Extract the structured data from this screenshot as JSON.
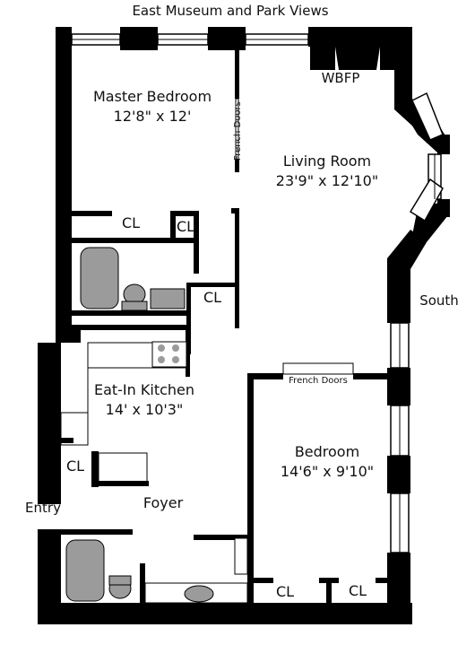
{
  "header": {
    "views": "East Museum and Park Views"
  },
  "rooms": {
    "master_bedroom": {
      "name": "Master Bedroom",
      "dims": "12'8\" x 12'"
    },
    "living_room": {
      "name": "Living Room",
      "dims": "23'9\" x 12'10\""
    },
    "kitchen": {
      "name": "Eat-In Kitchen",
      "dims": "14' x 10'3\""
    },
    "bedroom": {
      "name": "Bedroom",
      "dims": "14'6\" x 9'10\""
    },
    "foyer": {
      "name": "Foyer"
    }
  },
  "labels": {
    "wbfp": "WBFP",
    "south": "South",
    "entry": "Entry",
    "french_doors_vertical": "French Doors",
    "french_doors_horizontal": "French Doors",
    "closet": "CL"
  },
  "colors": {
    "wall": "#000000",
    "fixture": "#9b9b9b",
    "background": "#ffffff"
  }
}
